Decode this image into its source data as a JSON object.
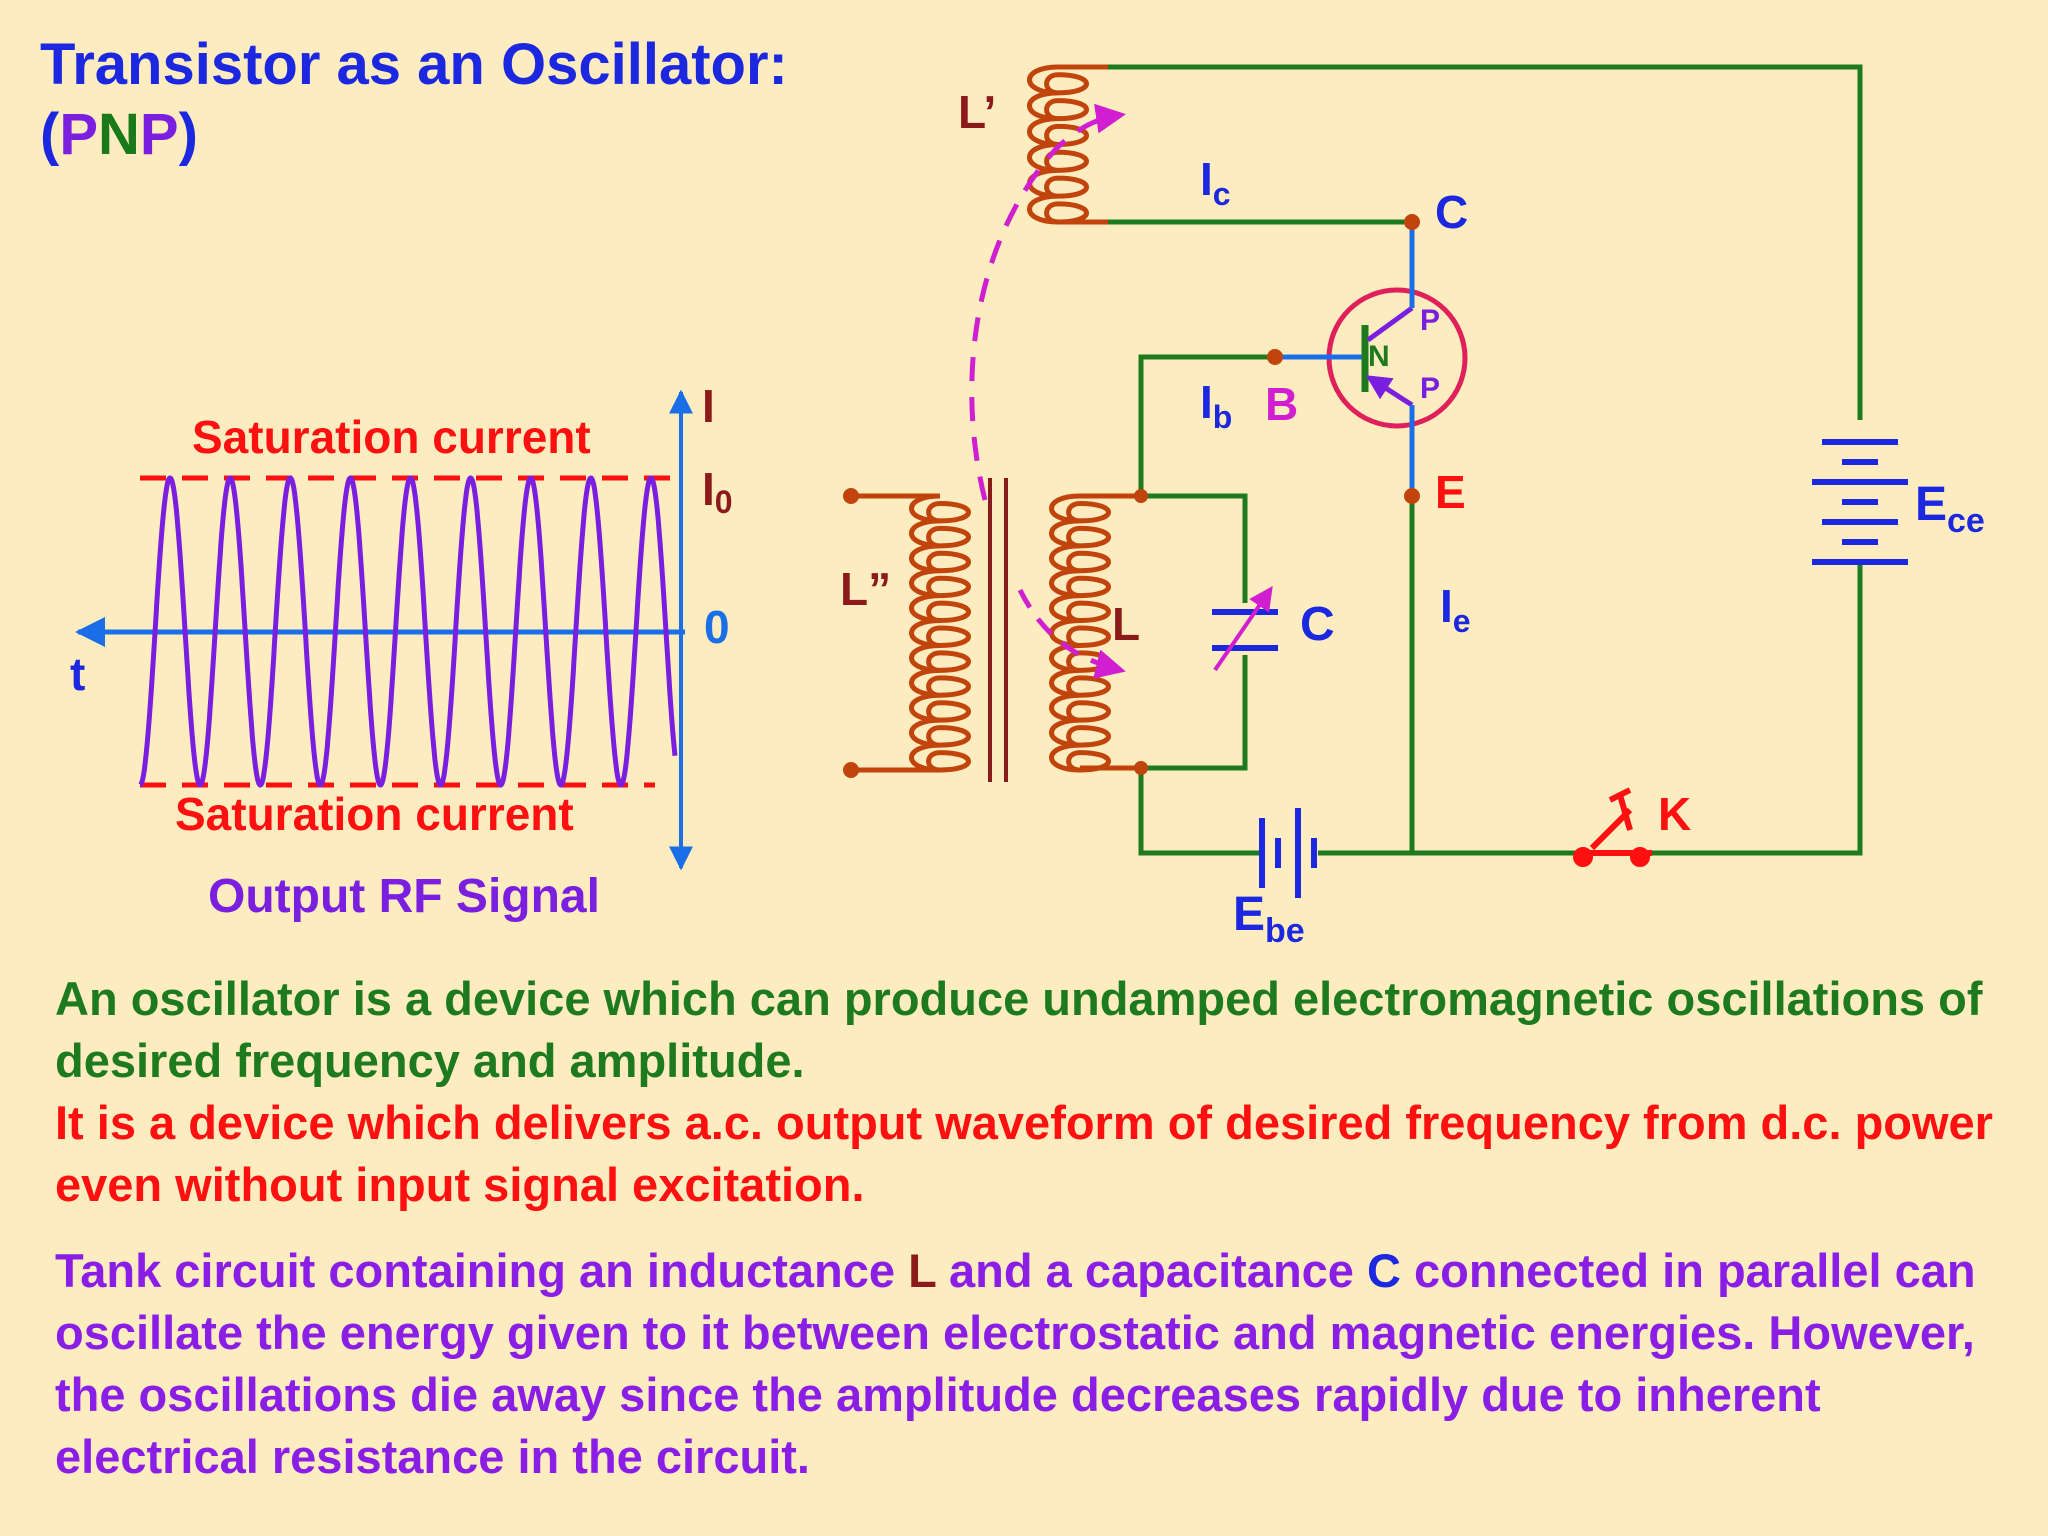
{
  "title": {
    "line1": "Transistor as an Oscillator:",
    "open": "(",
    "p1": "P",
    "n": "N",
    "p2": "P",
    "close": ")"
  },
  "signal": {
    "saturation_top": "Saturation current",
    "saturation_bottom": "Saturation current",
    "axis_i": "I",
    "axis_i0": "I",
    "axis_i0_sub": "0",
    "axis_zero": "0",
    "axis_t": "t",
    "caption": "Output RF Signal"
  },
  "circuit": {
    "l_prime": "L’",
    "l_double": "L”",
    "l": "L",
    "c_cap": "C",
    "ic": "I",
    "ic_sub": "c",
    "ib": "I",
    "ib_sub": "b",
    "ie": "I",
    "ie_sub": "e",
    "b": "B",
    "c_terminal": "C",
    "e_terminal": "E",
    "n": "N",
    "p_top": "P",
    "p_bottom": "P",
    "ece": "E",
    "ece_sub": "ce",
    "ebe": "E",
    "ebe_sub": "be",
    "k": "K"
  },
  "paragraphs": {
    "p1": "An oscillator is a device which can produce undamped electromagnetic oscillations of desired frequency and amplitude.",
    "p2": "It is a device which delivers a.c. output waveform of desired frequency from d.c. power even without input signal excitation.",
    "p3_a": "Tank circuit containing an inductance ",
    "p3_l": "L",
    "p3_b": " and a capacitance ",
    "p3_c": "C",
    "p3_d": " connected in parallel can oscillate the energy given to it between electrostatic and magnetic energies.  However, the oscillations die away since the amplitude decreases rapidly due to inherent electrical resistance in the circuit."
  },
  "colors": {
    "background": "#fdecc0",
    "wire": "#1e7a1e",
    "coil": "#c0440c",
    "blue": "#1c28e0",
    "violet": "#8a1ee6",
    "red": "#ff1010",
    "magenta": "#d01ed0",
    "brown": "#8b1a1a"
  }
}
